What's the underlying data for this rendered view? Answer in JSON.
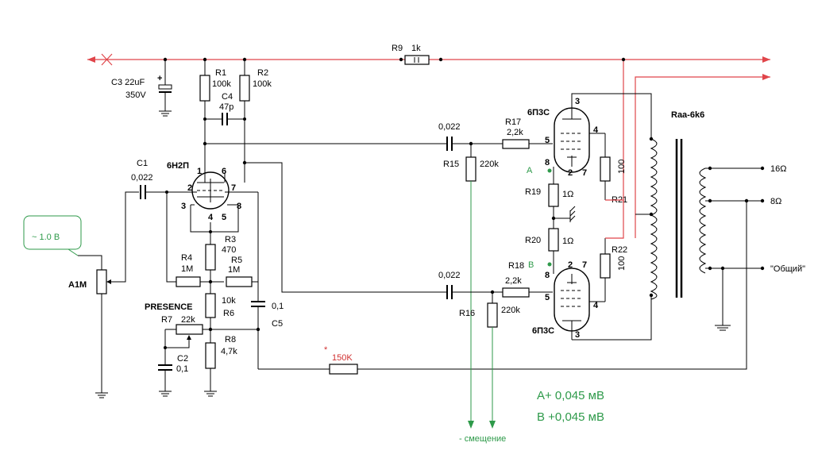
{
  "tubes": {
    "preamp": "6Н2П",
    "output_top": "6П3С",
    "output_bottom": "6П3С"
  },
  "resistors": {
    "r1": {
      "name": "R1",
      "value": "100k"
    },
    "r2": {
      "name": "R2",
      "value": "100k"
    },
    "r3": {
      "name": "R3",
      "value": "470"
    },
    "r4": {
      "name": "R4",
      "value": "1M"
    },
    "r5": {
      "name": "R5",
      "value": "1M"
    },
    "r6": {
      "name": "R6",
      "value": "10k"
    },
    "r7": {
      "name": "R7",
      "value": "22k"
    },
    "r8": {
      "name": "R8",
      "value": "4,7k"
    },
    "r9": {
      "name": "R9",
      "value": "1k"
    },
    "r15": {
      "name": "R15",
      "value": "220k"
    },
    "r16": {
      "name": "R16",
      "value": "220k"
    },
    "r17": {
      "name": "R17",
      "value": "2,2k"
    },
    "r18": {
      "name": "R18",
      "value": "2,2k"
    },
    "r19": {
      "name": "R19",
      "value": "1Ω"
    },
    "r20": {
      "name": "R20",
      "value": "1Ω"
    },
    "r21": {
      "name": "R21",
      "value": "100"
    },
    "r22": {
      "name": "R22",
      "value": "100"
    },
    "feedback": {
      "star": "*",
      "value": "150K"
    }
  },
  "capacitors": {
    "c1": {
      "name": "C1",
      "value": "0,022"
    },
    "c2": {
      "name": "C2",
      "value": "0,1"
    },
    "c3": {
      "name": "C3 22uF",
      "value": "350V"
    },
    "c4": {
      "name": "C4",
      "value": "47p"
    },
    "c5": {
      "name": "C5",
      "value": "0,1"
    },
    "c_top": {
      "value": "0,022"
    },
    "c_bot": {
      "value": "0,022"
    }
  },
  "pots": {
    "volume": "A1M",
    "presence": "PRESENCE"
  },
  "input_level": "~ 1.0 В",
  "pins": {
    "p1": "1",
    "p2": "2",
    "p3": "3",
    "p4": "4",
    "p5": "5",
    "p6": "6",
    "p7": "7",
    "p8": "8",
    "t3": "3",
    "t4": "4",
    "t5": "5",
    "t8": "8",
    "t2": "2",
    "t7": "7",
    "b2": "2",
    "b7": "7",
    "b8": "8",
    "b5": "5",
    "b4": "4",
    "b3": "3"
  },
  "test_points": {
    "a": "A",
    "b": "B"
  },
  "transformer": {
    "name": "Raa-6k6",
    "tap16": "16Ω",
    "tap8": "8Ω",
    "common": "\"Общий\""
  },
  "measurements": {
    "a": "А+ 0,045 мВ",
    "b": "В +0,045 мВ"
  },
  "bias_label": "- смещение",
  "colors": {
    "supply": "#e0454a",
    "annotation": "#2e9a4a"
  }
}
